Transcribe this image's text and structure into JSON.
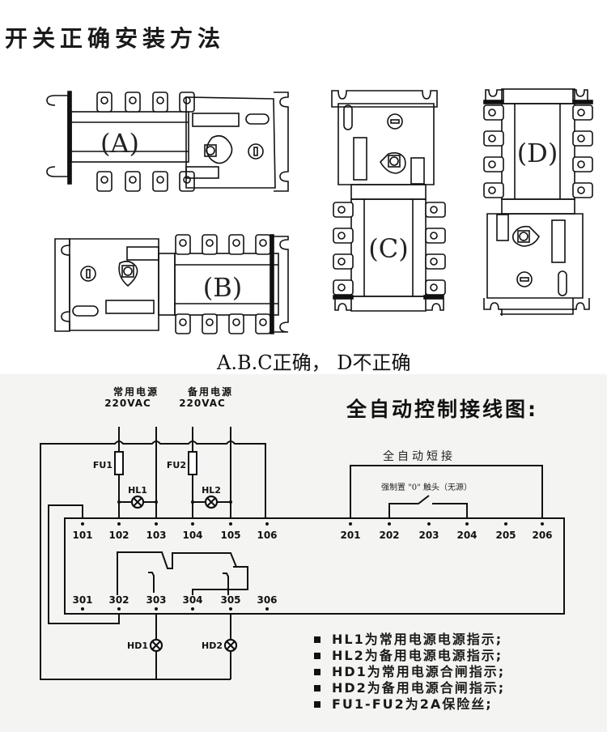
{
  "section1": {
    "title": "开关正确安装方法",
    "panels": [
      {
        "id": "A",
        "label": "(A)",
        "orientation": "horizontal",
        "handle_side": "right",
        "correct": true
      },
      {
        "id": "B",
        "label": "(B)",
        "orientation": "horizontal",
        "handle_side": "left",
        "correct": true
      },
      {
        "id": "C",
        "label": "(C)",
        "orientation": "vertical",
        "handle_side": "top",
        "correct": true
      },
      {
        "id": "D",
        "label": "(D)",
        "orientation": "vertical",
        "handle_side": "bottom",
        "correct": false
      }
    ],
    "verdict": "A.B.C正确， D不正确"
  },
  "section2": {
    "title": "全自动控制接线图:",
    "sources": [
      {
        "name": "常用电源",
        "voltage": "220VAC"
      },
      {
        "name": "备用电源",
        "voltage": "220VAC"
      }
    ],
    "components": {
      "fuses": [
        "FU1",
        "FU2"
      ],
      "indicator_lamps_top": [
        "HL1",
        "HL2"
      ],
      "indicator_lamps_bottom": [
        "HD1",
        "HD2"
      ]
    },
    "terminals_top_left": [
      "101",
      "102",
      "103",
      "104",
      "105",
      "106"
    ],
    "terminals_top_right": [
      "201",
      "202",
      "203",
      "204",
      "205",
      "206"
    ],
    "terminals_bottom": [
      "301",
      "302",
      "303",
      "304",
      "305",
      "306"
    ],
    "auto_short_label": "全自动短接",
    "force_zero_label": "强制置 \"0\" 触头（无源）",
    "legend": [
      "HL1为常用电源电源指示;",
      "HL2为备用电源电源指示;",
      "HD1为常用电源合闸指示;",
      "HD2为备用电源合闸指示;",
      "FU1-FU2为2A保险丝;"
    ]
  }
}
